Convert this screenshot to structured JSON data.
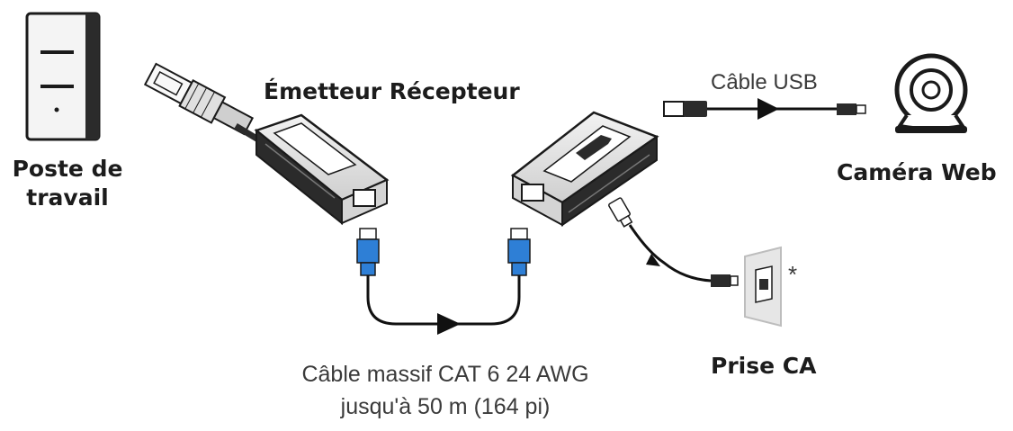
{
  "labels": {
    "workstation_line1": "Poste de",
    "workstation_line2": "travail",
    "transmitter_receiver": "Émetteur Récepteur",
    "usb_cable": "Câble USB",
    "webcam": "Caméra Web",
    "cat6_line1": "Câble massif CAT 6 24 AWG",
    "cat6_line2": "jusqu'à 50 m (164 pi)",
    "ac_outlet": "Prise CA",
    "asterisk": "*"
  },
  "colors": {
    "line": "#111111",
    "device_dark": "#2b2b2b",
    "device_light": "#e6e6e6",
    "rj45_blue": "#2e7fd6",
    "outline": "#1a1a1a"
  },
  "icons": {
    "workstation": "computer-tower-icon",
    "webcam": "webcam-icon",
    "outlet": "wall-outlet-icon"
  }
}
